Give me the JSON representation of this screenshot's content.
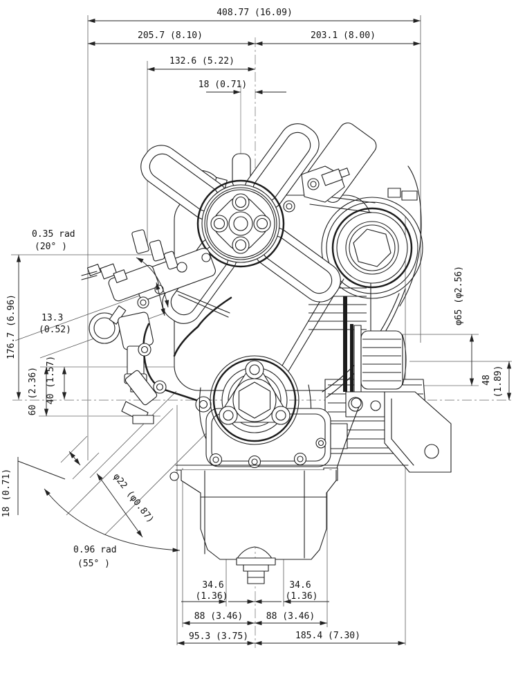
{
  "colors": {
    "ink": "#1c1c1c",
    "dimension_text": "#111111",
    "construction_line": "#b3b3b3",
    "background": "#ffffff"
  },
  "dims": {
    "top": {
      "overall": "408.77 (16.09)",
      "left_half": "205.7 (8.10)",
      "right_half": "203.1 (8.00)",
      "inner": "132.6 (5.22)",
      "offset": "18 (0.71)"
    },
    "left": {
      "angle_top": "0.35 rad",
      "angle_top_deg": "(20° )",
      "offset133": "13.3",
      "offset133_in": "(0.52)",
      "total_height": "176.7 (6.96)",
      "h60": "60 (2.36)",
      "h40": "40 (1.57)",
      "foot18": "18 (0.71)",
      "hole_dia": "φ22 (φ0.87)",
      "angle_bottom": "0.96 rad",
      "angle_bottom_deg": "(55° )"
    },
    "right": {
      "filter_dia": "φ65 (φ2.56)",
      "drop": "48",
      "drop_in": "(1.89)"
    },
    "bottom": {
      "l346": "34.6",
      "l346_in": "(1.36)",
      "r346": "34.6",
      "r346_in": "(1.36)",
      "l88": "88 (3.46)",
      "r88": "88 (3.46)",
      "l953": "95.3 (3.75)",
      "r1854": "185.4 (7.30)"
    }
  }
}
